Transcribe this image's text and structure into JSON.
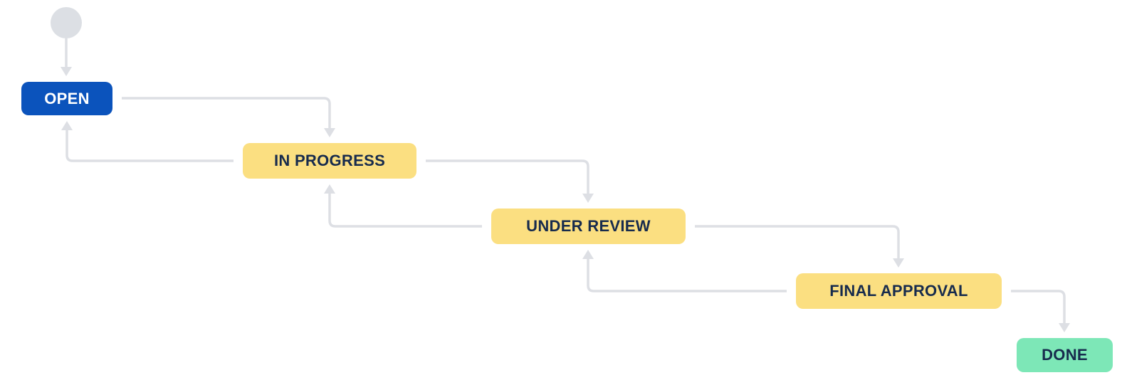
{
  "colors": {
    "background": "#FFFFFF",
    "start_node": "#DCDFE4",
    "connector": "#DDDFE4",
    "open_bg": "#0B53BC",
    "open_text": "#FFFFFF",
    "intermediate_bg": "#FBDF81",
    "intermediate_text": "#172B4D",
    "done_bg": "#7DE7B7",
    "done_text": "#172B4D"
  },
  "workflow": {
    "start_node": {
      "shape": "circle",
      "connects_to": "open"
    },
    "statuses": [
      {
        "id": "open",
        "label": "OPEN",
        "kind": "initial"
      },
      {
        "id": "in-progress",
        "label": "IN PROGRESS",
        "kind": "intermediate"
      },
      {
        "id": "under-review",
        "label": "UNDER REVIEW",
        "kind": "intermediate"
      },
      {
        "id": "final-approval",
        "label": "FINAL APPROVAL",
        "kind": "intermediate"
      },
      {
        "id": "done",
        "label": "DONE",
        "kind": "final"
      }
    ],
    "transitions": [
      {
        "from": "start",
        "to": "open"
      },
      {
        "from": "open",
        "to": "in-progress"
      },
      {
        "from": "in-progress",
        "to": "open"
      },
      {
        "from": "in-progress",
        "to": "under-review"
      },
      {
        "from": "under-review",
        "to": "in-progress"
      },
      {
        "from": "under-review",
        "to": "final-approval"
      },
      {
        "from": "final-approval",
        "to": "under-review"
      },
      {
        "from": "final-approval",
        "to": "done"
      }
    ]
  }
}
